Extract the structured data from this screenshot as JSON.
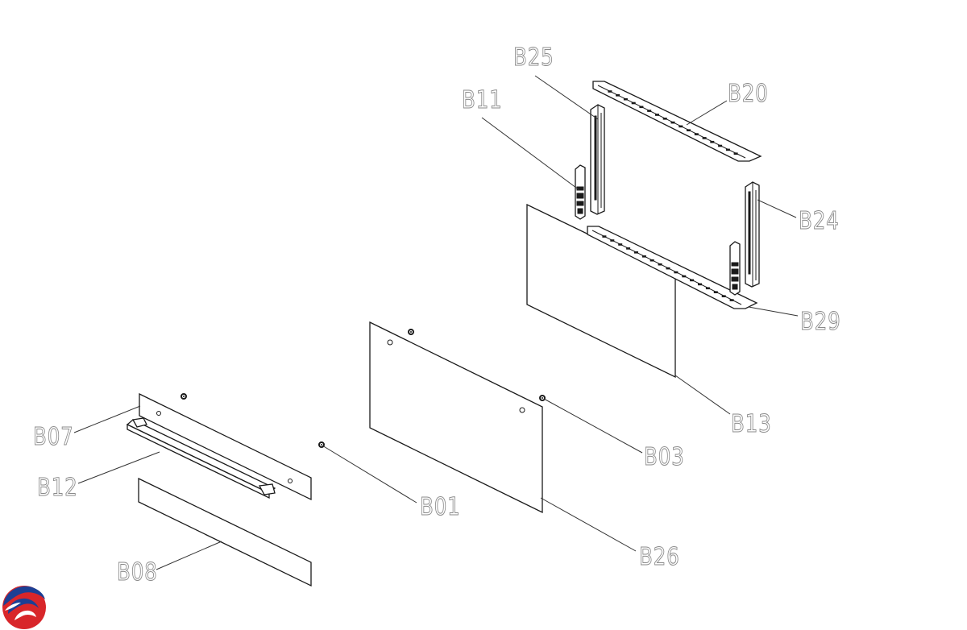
{
  "labels": {
    "b25": "B25",
    "b20": "B20",
    "b11": "B11",
    "b24": "B24",
    "b29": "B29",
    "b13": "B13",
    "b03": "B03",
    "b07": "B07",
    "b12": "B12",
    "b01": "B01",
    "b26": "B26",
    "b08": "B08"
  },
  "colors": {
    "logo_red": "#d8262a",
    "logo_blue": "#1c3f94",
    "label_stroke": "#8a8a8a",
    "line": "#1a1a1a"
  },
  "icons": {
    "logo": "brand-swirl-logo"
  }
}
